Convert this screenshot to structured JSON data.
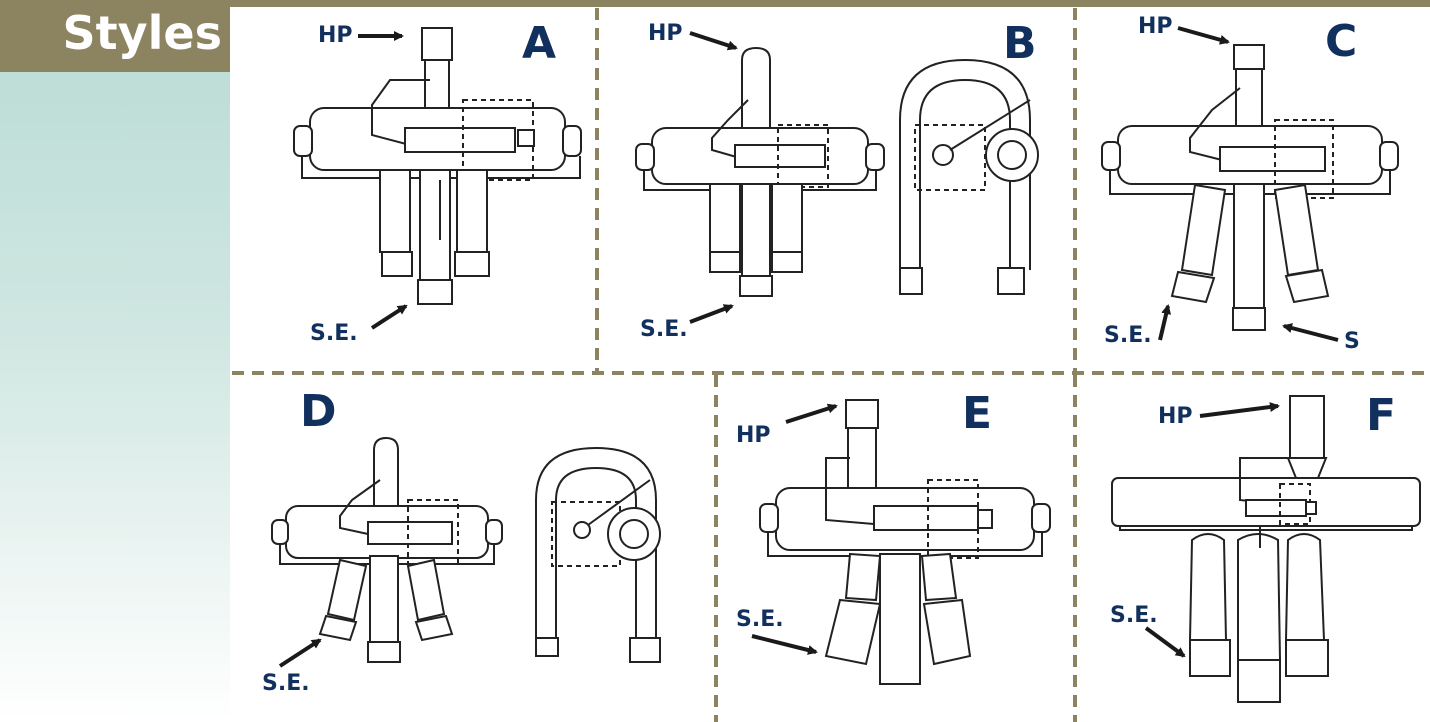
{
  "header": {
    "title": "Styles"
  },
  "colors": {
    "accent": "#8c8361",
    "label": "#12305e",
    "sidebar_top": "#b9dbd4"
  },
  "panels": [
    {
      "id": "A",
      "letter": "A",
      "labels": [
        "HP",
        "S.E."
      ]
    },
    {
      "id": "B",
      "letter": "B",
      "labels": [
        "HP",
        "S.E."
      ]
    },
    {
      "id": "C",
      "letter": "C",
      "labels": [
        "HP",
        "S.E.",
        "S"
      ]
    },
    {
      "id": "D",
      "letter": "D",
      "labels": [
        "S.E."
      ]
    },
    {
      "id": "E",
      "letter": "E",
      "labels": [
        "HP",
        "S.E."
      ]
    },
    {
      "id": "F",
      "letter": "F",
      "labels": [
        "HP",
        "S.E."
      ]
    }
  ]
}
